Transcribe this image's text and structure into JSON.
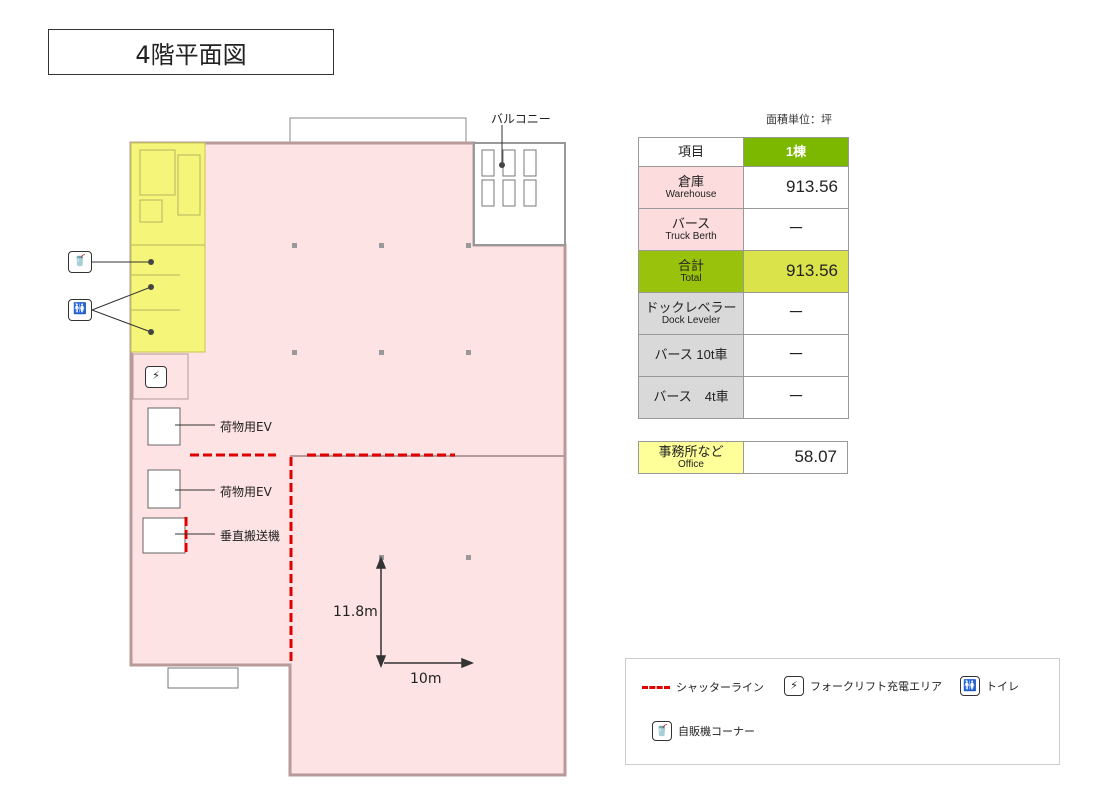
{
  "title": "4階平面図",
  "plan": {
    "labels": {
      "balcony": "バルコニー",
      "freight_ev_1": "荷物用EV",
      "freight_ev_2": "荷物用EV",
      "vertical_conveyor": "垂直搬送機",
      "dim_vertical": "11.8m",
      "dim_horizontal": "10m"
    },
    "colors": {
      "warehouse": "#fde3e3",
      "office": "#f5f57a",
      "shutter": "#e00000",
      "wall": "#b89a9a"
    }
  },
  "table": {
    "unit": "面積単位：坪",
    "header": {
      "item": "項目",
      "building": "1棟"
    },
    "rows": [
      {
        "ja": "倉庫",
        "en": "Warehouse",
        "value": "913.56",
        "bg": "#fcdcdc"
      },
      {
        "ja": "バース",
        "en": "Truck Berth",
        "value": "－",
        "bg": "#fcdcdc"
      },
      {
        "ja": "合計",
        "en": "Total",
        "value": "913.56",
        "bg": "#99c20c"
      },
      {
        "ja": "ドックレベラー",
        "en": "Dock Leveler",
        "value": "－",
        "bg": "#d9d9d9"
      },
      {
        "ja": "バース 10t車",
        "en": "",
        "value": "－",
        "bg": "#d9d9d9"
      },
      {
        "ja": "バース　4t車",
        "en": "",
        "value": "－",
        "bg": "#d9d9d9"
      }
    ],
    "office": {
      "ja": "事務所など",
      "en": "Office",
      "value": "58.07"
    },
    "colors": {
      "header": "#7db800",
      "total_value": "#dbe34a",
      "office": "#ffff99"
    }
  },
  "legend": {
    "shutter": "シャッターライン",
    "forklift": "フォークリフト充電エリア",
    "toilet": "トイレ",
    "vending": "自販機コーナー"
  }
}
